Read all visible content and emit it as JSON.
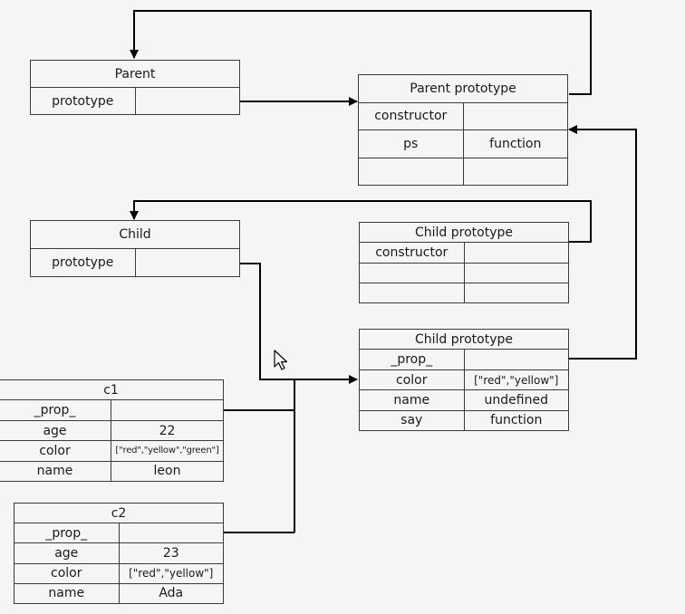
{
  "parent": {
    "title": "Parent",
    "rows": [
      [
        "prototype",
        ""
      ]
    ]
  },
  "parent_prototype": {
    "title": "Parent prototype",
    "rows": [
      [
        "constructor",
        ""
      ],
      [
        "ps",
        "function"
      ],
      [
        "",
        ""
      ]
    ]
  },
  "child": {
    "title": "Child",
    "rows": [
      [
        "prototype",
        ""
      ]
    ]
  },
  "child_prototype_a": {
    "title": "Child prototype",
    "rows": [
      [
        "constructor",
        ""
      ],
      [
        "",
        ""
      ],
      [
        "",
        ""
      ]
    ]
  },
  "child_prototype_b": {
    "title": "Child prototype",
    "rows": [
      [
        "_prop_",
        ""
      ],
      [
        "color",
        "[\"red\",\"yellow\"]"
      ],
      [
        "name",
        "undefined"
      ],
      [
        "say",
        "function"
      ]
    ]
  },
  "c1": {
    "title": "c1",
    "rows": [
      [
        "_prop_",
        ""
      ],
      [
        "age",
        "22"
      ],
      [
        "color",
        "[\"red\",\"yellow\",\"green\"]"
      ],
      [
        "name",
        "leon"
      ]
    ]
  },
  "c2": {
    "title": "c2",
    "rows": [
      [
        "_prop_",
        ""
      ],
      [
        "age",
        "23"
      ],
      [
        "color",
        "[\"red\",\"yellow\"]"
      ],
      [
        "name",
        "Ada"
      ]
    ]
  },
  "colors": {
    "line": "#000000",
    "border": "#3a3a3a",
    "background": "#f5f5f5"
  },
  "icons": {
    "cursor": "mouse-pointer-icon"
  }
}
